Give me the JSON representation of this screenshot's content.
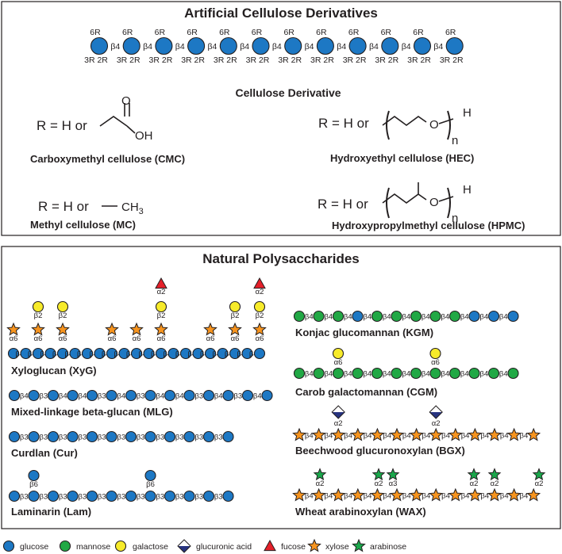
{
  "colors": {
    "glucose": "#1d78c4",
    "mannose": "#21a845",
    "galactose": "#f7eb2a",
    "glucuronic_acid_top": "#ffffff",
    "glucuronic_acid_bottom": "#27337f",
    "fucose": "#e4202a",
    "xylose": "#f7941e",
    "arabinose": "#1aa74b",
    "outline": "#231f20"
  },
  "icons": {
    "glucose": "blue-circle-icon",
    "mannose": "green-circle-icon",
    "galactose": "yellow-circle-icon",
    "glucuronic_acid": "split-diamond-icon",
    "fucose": "red-triangle-icon",
    "xylose": "orange-star-icon",
    "arabinose": "green-star-icon"
  },
  "artificial": {
    "title": "Artificial Cellulose Derivatives",
    "chain": {
      "units": 12,
      "linkage": "β4",
      "top_label": "6R",
      "bottom_label": "3R 2R"
    },
    "subtitle": "Cellulose Derivative",
    "rh": "R = H or",
    "ch3": "CH",
    "ch3_sub": "3",
    "o": "O",
    "oh": "OH",
    "h": "H",
    "n": "n",
    "names": {
      "cmc": "Carboxymethyl cellulose (CMC)",
      "hec": "Hydroxyethyl cellulose (HEC)",
      "mc": "Methyl cellulose (MC)",
      "hpmc": "Hydroxypropylmethyl cellulose (HPMC)"
    }
  },
  "natural": {
    "title": "Natural Polysaccharides",
    "polysaccharides": [
      {
        "key": "xyg",
        "name": "Xyloglucan (XyG)",
        "backbone": [
          "glc",
          "glc",
          "glc",
          "glc",
          "glc",
          "glc",
          "glc",
          "glc",
          "glc",
          "glc",
          "glc",
          "glc",
          "glc",
          "glc",
          "glc",
          "glc",
          "glc",
          "glc",
          "glc",
          "glc",
          "glc",
          "glc",
          "glc",
          "glc",
          "glc",
          "glc",
          "glc",
          "glc",
          "glc",
          "glc",
          "glc",
          "glc"
        ],
        "linkages": [
          "β4",
          "β4",
          "β4",
          "",
          "",
          "",
          "",
          "",
          "",
          "",
          "",
          "",
          "",
          "",
          "",
          "",
          "",
          "",
          "",
          "",
          "",
          "",
          "",
          "",
          "",
          "",
          "",
          "",
          "",
          "",
          ""
        ]
      },
      {
        "key": "mlg",
        "name": "Mixed-linkage beta-glucan (MLG)",
        "backbone": [
          "glc",
          "glc",
          "glc",
          "glc",
          "glc",
          "glc",
          "glc",
          "glc",
          "glc",
          "glc",
          "glc",
          "glc",
          "glc",
          "glc"
        ],
        "linkages": [
          "β4",
          "β3",
          "β4",
          "β4",
          "β3",
          "β4",
          "β3",
          "β4",
          "β4",
          "β3",
          "β4",
          "β3",
          "β4"
        ]
      },
      {
        "key": "cur",
        "name": "Curdlan (Cur)",
        "backbone": [
          "glc",
          "glc",
          "glc",
          "glc",
          "glc",
          "glc",
          "glc",
          "glc",
          "glc",
          "glc",
          "glc",
          "glc"
        ],
        "linkages": [
          "β3",
          "β3",
          "β3",
          "β3",
          "β3",
          "β3",
          "β3",
          "β3",
          "β3",
          "β3",
          "β3"
        ]
      },
      {
        "key": "lam",
        "name": "Laminarin (Lam)",
        "backbone": [
          "glc",
          "glc",
          "glc",
          "glc",
          "glc",
          "glc",
          "glc",
          "glc",
          "glc",
          "glc",
          "glc",
          "glc"
        ],
        "linkages": [
          "β3",
          "β3",
          "β3",
          "β3",
          "β3",
          "β3",
          "β3",
          "β3",
          "β3",
          "β3",
          "β3"
        ],
        "branch_linkage": "β6"
      },
      {
        "key": "kgm",
        "name": "Konjac glucomannan (KGM)",
        "backbone": [
          "man",
          "man",
          "man",
          "glc",
          "man",
          "man",
          "man",
          "man",
          "man",
          "glc",
          "glc",
          "glc"
        ],
        "linkages": [
          "β4",
          "β4",
          "β4",
          "β4",
          "β4",
          "β4",
          "β4",
          "β4",
          "β4",
          "β4",
          "β4"
        ]
      },
      {
        "key": "cgm",
        "name": "Carob galactomannan (CGM)",
        "backbone": [
          "man",
          "man",
          "man",
          "man",
          "man",
          "man",
          "man",
          "man",
          "man",
          "man",
          "man",
          "man"
        ],
        "linkages": [
          "β4",
          "β4",
          "β4",
          "β4",
          "β4",
          "β4",
          "β4",
          "β4",
          "β4",
          "β4",
          "β4"
        ],
        "branch_linkage": "α6"
      },
      {
        "key": "bgx",
        "name": "Beechwood glucuronoxylan (BGX)",
        "backbone": [
          "xyl",
          "xyl",
          "xyl",
          "xyl",
          "xyl",
          "xyl",
          "xyl",
          "xyl",
          "xyl",
          "xyl",
          "xyl",
          "xyl",
          "xyl"
        ],
        "linkages": [
          "β4",
          "β4",
          "β4",
          "β4",
          "β4",
          "β4",
          "β4",
          "β4",
          "β4",
          "β4",
          "β4",
          "β4"
        ],
        "branch_linkage": "α2"
      },
      {
        "key": "wax",
        "name": "Wheat arabinoxylan (WAX)",
        "backbone": [
          "xyl",
          "xyl",
          "xyl",
          "xyl",
          "xyl",
          "xyl",
          "xyl",
          "xyl",
          "xyl",
          "xyl",
          "xyl",
          "xyl",
          "xyl"
        ],
        "linkages": [
          "β4",
          "β4",
          "β4",
          "β4",
          "β4",
          "β4",
          "β4",
          "β4",
          "β4",
          "β4",
          "β4",
          "β4"
        ],
        "branch_linkages": [
          "α2",
          "α2",
          "α3",
          "α2",
          "α2",
          "α2"
        ]
      }
    ],
    "xyg_labels": {
      "b4": "β4",
      "a6": "α6",
      "b2": "β2",
      "a2": "α2"
    }
  },
  "legend": [
    {
      "key": "glucose",
      "label": "glucose"
    },
    {
      "key": "mannose",
      "label": "mannose"
    },
    {
      "key": "galactose",
      "label": "galactose"
    },
    {
      "key": "glucuronic_acid",
      "label": "glucuronic acid"
    },
    {
      "key": "fucose",
      "label": "fucose"
    },
    {
      "key": "xylose",
      "label": "xylose"
    },
    {
      "key": "arabinose",
      "label": "arabinose"
    }
  ]
}
